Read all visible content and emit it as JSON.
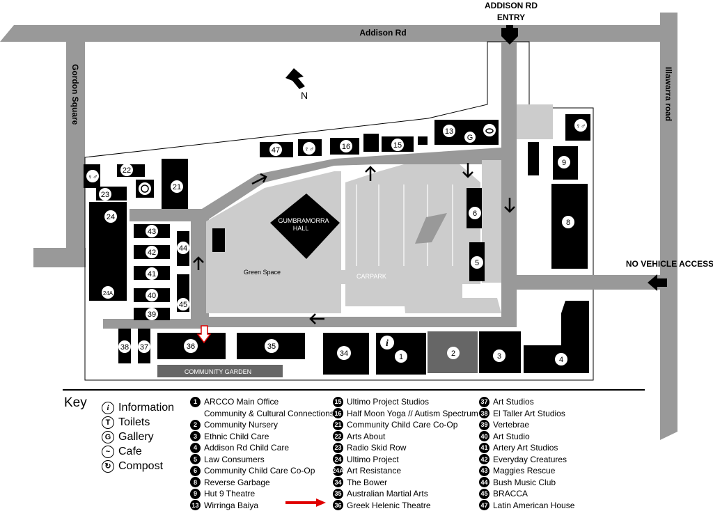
{
  "roads": {
    "addison": "Addison Rd",
    "gordon": "Gordon Square",
    "illawarra": "Illawarra road"
  },
  "signs": {
    "entry_line1": "ADDISON RD",
    "entry_line2": "ENTRY",
    "no_vehicle": "NO VEHICLE ACCESS",
    "north": "N"
  },
  "areas": {
    "hall_line1": "GUMBRAMORRA",
    "hall_line2": "HALL",
    "green_space": "Green Space",
    "carpark": "CARPARK",
    "community_garden": "COMMUNITY GARDEN"
  },
  "building_numbers": {
    "b1": "1",
    "b2": "2",
    "b3": "3",
    "b4": "4",
    "b5": "5",
    "b6": "6",
    "b8": "8",
    "b9": "9",
    "b13": "13",
    "b15": "15",
    "b16": "16",
    "b21": "21",
    "b22": "22",
    "b23": "23",
    "b24": "24",
    "b24a": "24A",
    "b34": "34",
    "b35": "35",
    "b36": "36",
    "b37": "37",
    "b38": "38",
    "b39": "39",
    "b40": "40",
    "b41": "41",
    "b42": "42",
    "b43": "43",
    "b44": "44",
    "b45": "45",
    "b47": "47",
    "gallery_mark": "G",
    "info_mark": "i"
  },
  "key": {
    "title": "Key",
    "legend": [
      {
        "icon": "i",
        "label": "Information"
      },
      {
        "icon": "T",
        "label": "Toilets"
      },
      {
        "icon": "G",
        "label": "Gallery"
      },
      {
        "icon": "~",
        "label": "Cafe"
      },
      {
        "icon": "↻",
        "label": "Compost"
      }
    ]
  },
  "directory": {
    "col1": [
      {
        "n": "1",
        "name": "ARCCO Main Office"
      },
      {
        "n": "",
        "name": "Community & Cultural Connections"
      },
      {
        "n": "2",
        "name": "Community Nursery"
      },
      {
        "n": "3",
        "name": "Ethnic Child Care"
      },
      {
        "n": "4",
        "name": "Addison Rd Child Care"
      },
      {
        "n": "5",
        "name": "Law Consumers"
      },
      {
        "n": "6",
        "name": "Community Child Care Co-Op"
      },
      {
        "n": "8",
        "name": "Reverse Garbage"
      },
      {
        "n": "9",
        "name": "Hut 9 Theatre"
      },
      {
        "n": "13",
        "name": "Wirringa Baiya"
      }
    ],
    "col2": [
      {
        "n": "15",
        "name": "Ultimo Project Studios"
      },
      {
        "n": "16",
        "name": "Half Moon Yoga  // Autism Spectrum"
      },
      {
        "n": "21",
        "name": "Community Child Care Co-Op"
      },
      {
        "n": "22",
        "name": "Arts About"
      },
      {
        "n": "23",
        "name": "Radio Skid Row"
      },
      {
        "n": "24",
        "name": "Ultimo Project"
      },
      {
        "n": "24A",
        "name": "Art Resistance"
      },
      {
        "n": "34",
        "name": "The Bower"
      },
      {
        "n": "35",
        "name": "Australian Martial Arts"
      },
      {
        "n": "36",
        "name": "Greek Helenic Theatre"
      }
    ],
    "col3": [
      {
        "n": "37",
        "name": "Art Studios"
      },
      {
        "n": "38",
        "name": "El Taller Art Studios"
      },
      {
        "n": "39",
        "name": "Vertebrae"
      },
      {
        "n": "40",
        "name": "Art Studio"
      },
      {
        "n": "41",
        "name": "Artery Art Studios"
      },
      {
        "n": "42",
        "name": "Everyday Creatures"
      },
      {
        "n": "43",
        "name": "Maggies Rescue"
      },
      {
        "n": "44",
        "name": "Bush Music Club"
      },
      {
        "n": "45",
        "name": "BRACCA"
      },
      {
        "n": "47",
        "name": "Latin American House"
      }
    ]
  },
  "colors": {
    "road": "#999999",
    "path": "#cccccc",
    "building": "#000000",
    "nursery": "#666666",
    "marker": "#e00000"
  }
}
